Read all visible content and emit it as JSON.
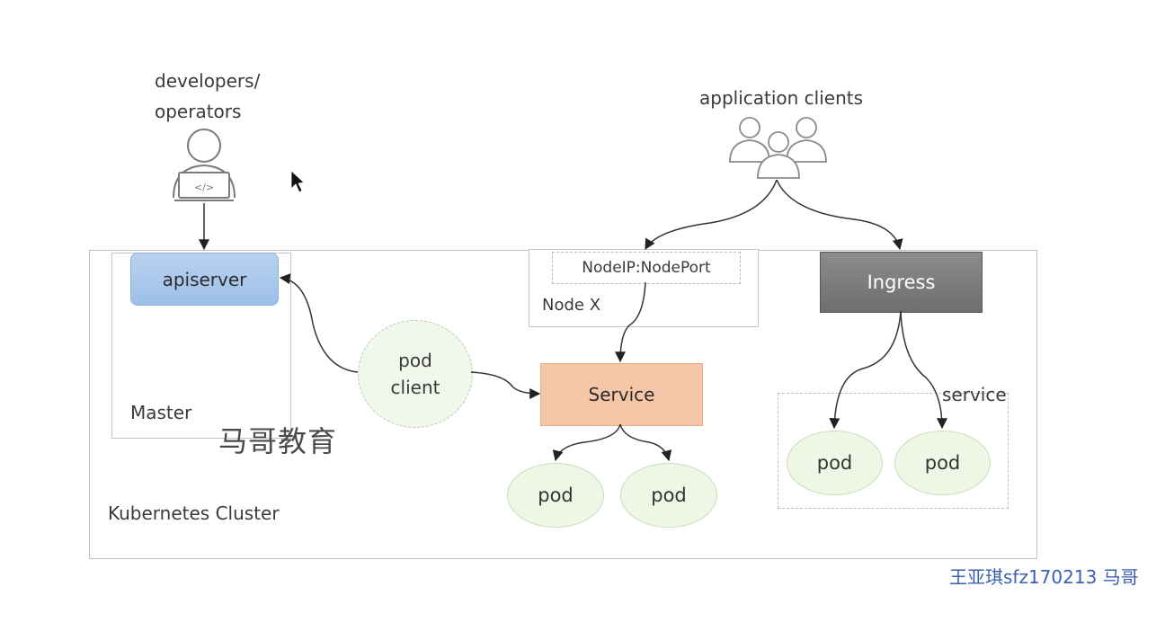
{
  "actors": {
    "developers_line1": "developers/",
    "developers_line2": "operators",
    "clients": "application clients"
  },
  "boxes": {
    "apiserver": "apiserver",
    "master": "Master",
    "nodeport": "NodeIP:NodePort",
    "node": "Node X",
    "service": "Service",
    "ingress": "Ingress",
    "cluster": "Kubernetes Cluster",
    "service_group": "service"
  },
  "pod_client": {
    "line1": "pod",
    "line2": "client"
  },
  "pods": {
    "pod1": "pod",
    "pod2": "pod",
    "pod3": "pod",
    "pod4": "pod"
  },
  "overlay": {
    "brand": "马哥教育",
    "watermark": "王亚琪sfz170213 马哥"
  },
  "colors": {
    "apiserver": "#a8c7ec",
    "service": "#f6c6a8",
    "ingress": "#7d7d7d",
    "pod": "#eef6e6"
  },
  "icons": [
    "developer-laptop-icon",
    "user-group-icon",
    "mouse-cursor-icon"
  ]
}
